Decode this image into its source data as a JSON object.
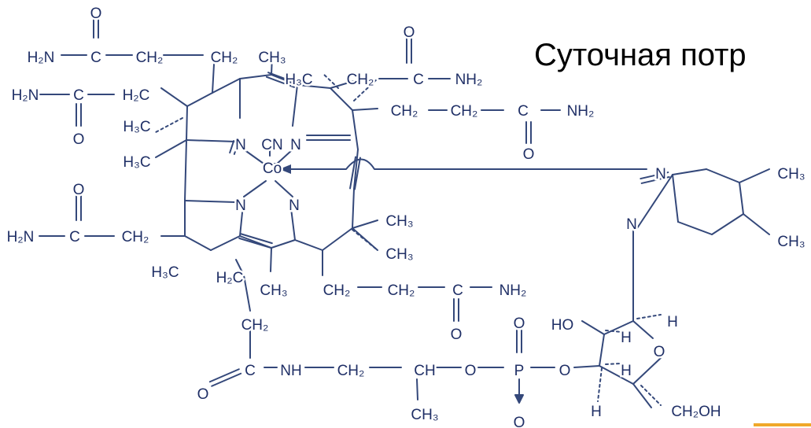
{
  "slide": {
    "heading": "Суточная потр",
    "accent_color": "#f0a82a",
    "bond_color": "#34487a",
    "label_color": "#1f2f66"
  },
  "molecule": {
    "labels": {
      "o_top1": "O",
      "o_top2": "O",
      "o_left_c": "O",
      "o_left_mid": "O",
      "o_right_c": "O",
      "o_bot_c": "O",
      "o_bot_amide": "O",
      "o_minus": "O",
      "o_ring": "O",
      "o_po": "O",
      "o_bottom": "O",
      "o_cp": "O",
      "h2n_top": "H₂N",
      "c_top": "C",
      "ch2_top1": "CH₂",
      "ch2_top2": "CH₂",
      "ch3_top": "CH₃",
      "h2n_row2": "H₂N",
      "c_row2": "C",
      "h2c_row2": "H₂C",
      "h3c_a": "H₃C",
      "h3c_b": "H₃C",
      "h3c_top": "H₃C",
      "ch2_top3": "CH₂",
      "c_top2": "C",
      "nh2_top": "NH₂",
      "ch2_r2a": "CH₂",
      "ch2_r2b": "CH₂",
      "c_r2": "C",
      "nh2_r2": "NH₂",
      "cn": "CN",
      "co": "Co",
      "n1": "N",
      "n2": "N",
      "n3": "N",
      "n4": "N",
      "h2n_mid": "H₂N",
      "c_mid": "C",
      "ch2_mid": "CH₂",
      "ch3_right1": "CH₃",
      "ch3_right2": "CH₃",
      "h3c_low": "H₃C",
      "h2c_low": "H₂C",
      "ch3_low": "CH₃",
      "ch2_low1": "CH₂",
      "ch2_low2": "CH₂",
      "c_low": "C",
      "nh2_low": "NH₂",
      "ch2_lower": "CH₂",
      "c_amide": "C",
      "nh": "NH",
      "ch2_chain": "CH₂",
      "ch": "CH",
      "o_chain": "O",
      "p": "P",
      "ch3_chain": "CH₃",
      "ho": "HO",
      "h_1": "H",
      "h_2": "H",
      "h_3": "H",
      "h_4": "H",
      "ch2oh": "CH₂OH",
      "n_bz1": "N",
      "n_bz2": "N",
      "ch3_bz1": "CH₃",
      "ch3_bz2": "CH₃"
    }
  }
}
